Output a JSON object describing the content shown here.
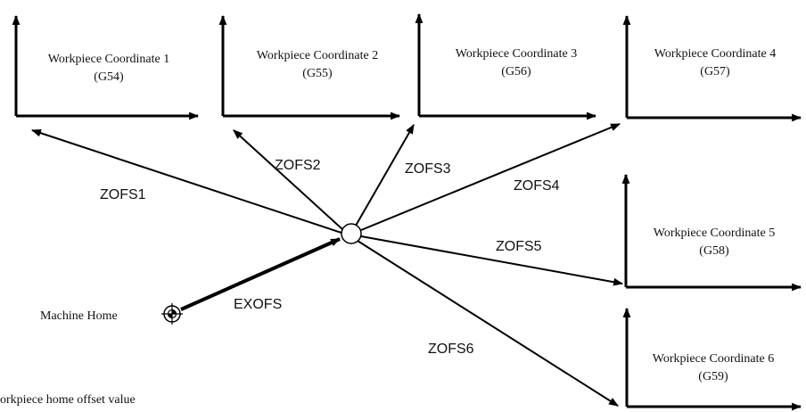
{
  "coordinates": [
    {
      "line1": "Workpiece Coordinate 1",
      "line2": "(G54)"
    },
    {
      "line1": "Workpiece Coordinate 2",
      "line2": "(G55)"
    },
    {
      "line1": "Workpiece Coordinate 3",
      "line2": "(G56)"
    },
    {
      "line1": "Workpiece Coordinate 4",
      "line2": "(G57)"
    },
    {
      "line1": "Workpiece Coordinate 5",
      "line2": "(G58)"
    },
    {
      "line1": "Workpiece Coordinate 6",
      "line2": "(G59)"
    }
  ],
  "offsets": {
    "zofs1": "ZOFS1",
    "zofs2": "ZOFS2",
    "zofs3": "ZOFS3",
    "zofs4": "ZOFS4",
    "zofs5": "ZOFS5",
    "zofs6": "ZOFS6",
    "exofs": "EXOFS"
  },
  "machine_home_label": "Machine Home",
  "footnote": "orkpiece home offset value"
}
